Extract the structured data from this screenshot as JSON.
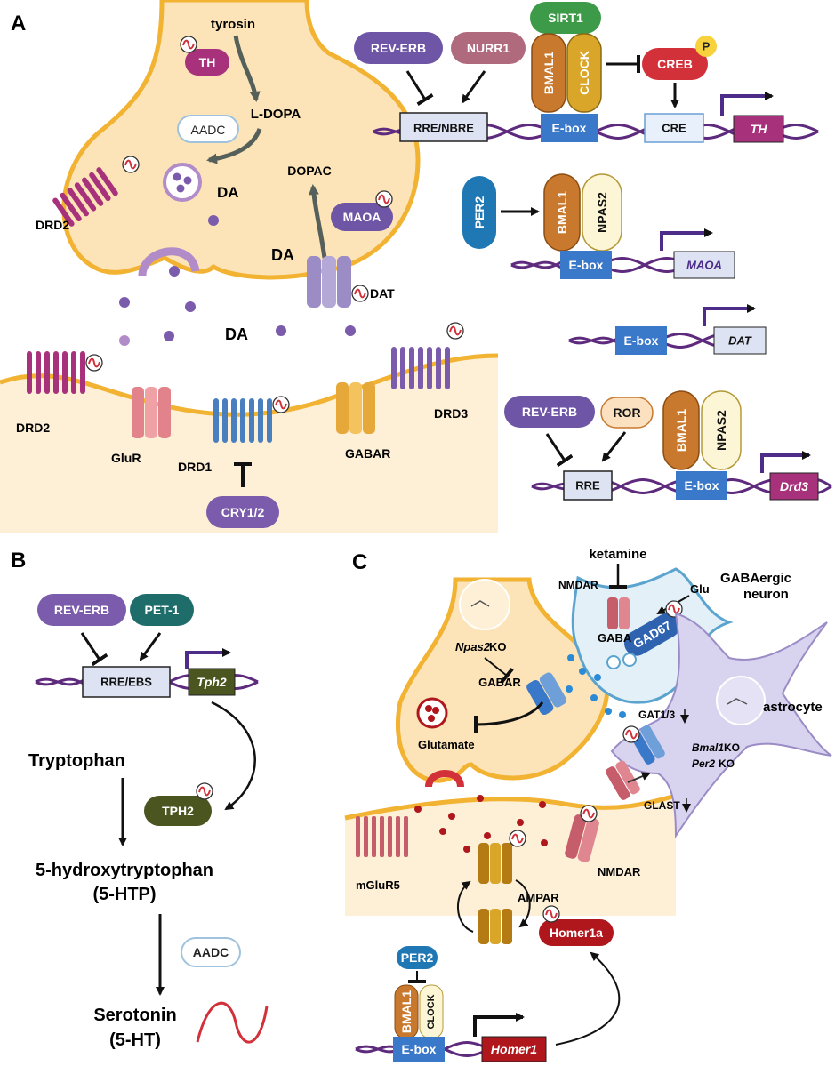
{
  "panels": {
    "a": "A",
    "b": "B",
    "c": "C"
  },
  "a": {
    "tyrosin": "tyrosin",
    "th": "TH",
    "ldopa": "L-DOPA",
    "aadc": "AADC",
    "da_vesicle": "DA",
    "dopac": "DOPAC",
    "maoa": "MAOA",
    "da_left": "DA",
    "da_cleft": "DA",
    "dat": "DAT",
    "drd2_top": "DRD2",
    "drd2_bottom": "DRD2",
    "glur": "GluR",
    "drd1": "DRD1",
    "gabar": "GABAR",
    "drd3": "DRD3",
    "cry": "CRY1/2",
    "genes": {
      "reverb1": "REV-ERB",
      "nurr1": "NURR1",
      "sirt1": "SIRT1",
      "bmal1_a": "BMAL1",
      "clock_a": "CLOCK",
      "creb": "CREB",
      "p": "P",
      "rre_nbre": "RRE/NBRE",
      "ebox1": "E-box",
      "cre": "CRE",
      "th_gene": "TH",
      "per2": "PER2",
      "bmal1_b": "BMAL1",
      "npas2_b": "NPAS2",
      "ebox2": "E-box",
      "maoa_gene": "MAOA",
      "ebox3": "E-box",
      "dat_gene": "DAT",
      "reverb2": "REV-ERB",
      "ror": "ROR",
      "bmal1_c": "BMAL1",
      "npas2_c": "NPAS2",
      "rre": "RRE",
      "ebox4": "E-box",
      "drd3_gene": "Drd3"
    }
  },
  "b": {
    "reverb": "REV-ERB",
    "pet1": "PET-1",
    "rre_ebs": "RRE/EBS",
    "tph2_gene": "Tph2",
    "tryptophan": "Tryptophan",
    "tph2": "TPH2",
    "htp1": "5-hydroxytryptophan",
    "htp2": "(5-HTP)",
    "aadc": "AADC",
    "sero1": "Serotonin",
    "sero2": "(5-HT)"
  },
  "c": {
    "ketamine": "ketamine",
    "nmdar_top": "NMDAR",
    "glu": "Glu",
    "gabaergic1": "GABAergic",
    "gabaergic2": "neuron",
    "gad67": "GAD67",
    "gaba": "GABA",
    "npas2ko_a": "Npas2",
    "npas2ko_b": "KO",
    "gabar": "GABAR",
    "glutamate": "Glutamate",
    "gat": "GAT1/3",
    "astrocyte": "astrocyte",
    "bmal1ko_a": "Bmal1",
    "bmal1ko_b": "KO",
    "per2ko_a": "Per2",
    "per2ko_b": "KO",
    "glast": "GLAST",
    "mglur5": "mGluR5",
    "ampar": "AMPAR",
    "nmdar_bottom": "NMDAR",
    "homer1a": "Homer1a",
    "per2": "PER2",
    "bmal1": "BMAL1",
    "clock": "CLOCK",
    "ebox": "E-box",
    "homer1": "Homer1"
  },
  "colors": {
    "neuron_fill": "#fce4b8",
    "neuron_edge": "#f2b232",
    "purple": "#7b5bab",
    "mauve": "#b06a7e",
    "green": "#3d9a48",
    "orange_bmal": "#c8792e",
    "gold_clock": "#d9a62a",
    "red": "#d2313a",
    "box_blue": "#3a78c9",
    "box_light": "#dde3f2",
    "magenta": "#a8317c",
    "teal": "#1f6d6a",
    "olive": "#4b5520",
    "dark_red": "#b0171c",
    "dna_purple": "#5e2a7e",
    "astro": "#d8d3ee",
    "gaba_neuron": "#e3f0f8"
  }
}
